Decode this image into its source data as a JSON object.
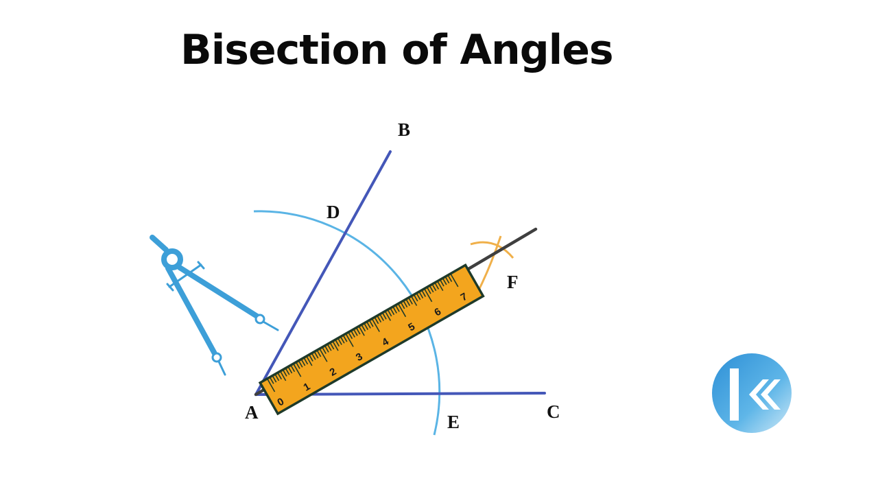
{
  "title": "Bisection of Angles",
  "points": {
    "a": "A",
    "b": "B",
    "c": "C",
    "d": "D",
    "e": "E",
    "f": "F"
  },
  "ruler": {
    "numbers": [
      "0",
      "1",
      "2",
      "3",
      "4",
      "5",
      "6",
      "7"
    ]
  },
  "colors": {
    "arm": "#4457b8",
    "bisector": "#3f3f3f",
    "arc": "#5ab4e5",
    "construction_arc": "#f0b04a",
    "ruler_fill": "#f3a51e",
    "ruler_edge": "#1e3a2a",
    "compass": "#3d9fd8",
    "logo": "#3a9ad8"
  },
  "icons": {
    "compass": "compass-icon",
    "logo": "brand-logo-icon"
  }
}
